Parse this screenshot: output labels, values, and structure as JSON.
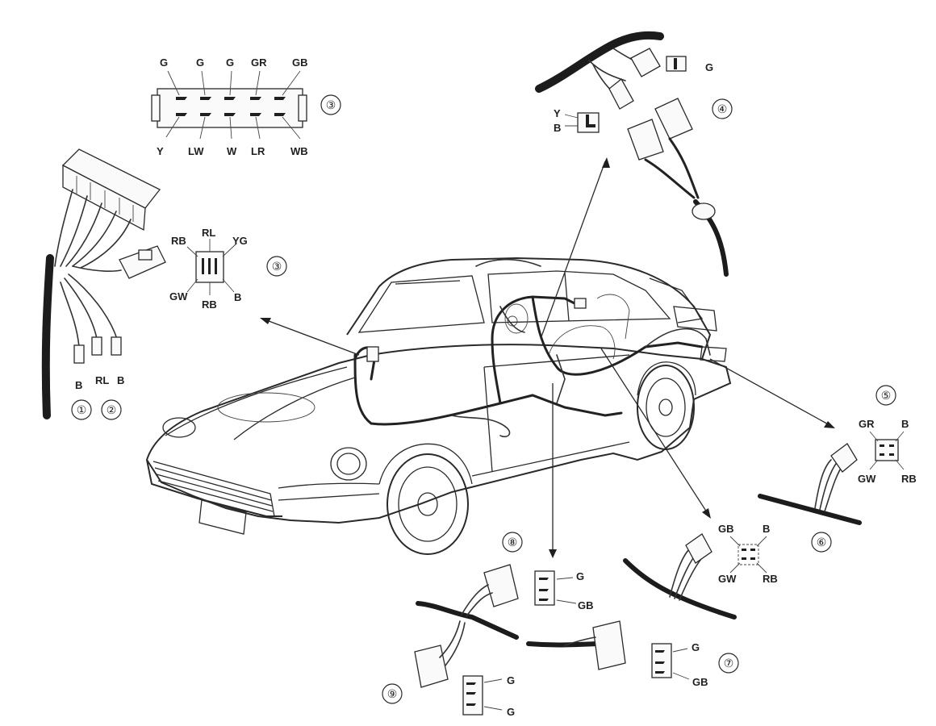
{
  "callouts": {
    "c1": {
      "number": "①",
      "wire": "B"
    },
    "c2": {
      "number": "②",
      "wires": [
        "RL",
        "B"
      ]
    },
    "c3_top": {
      "number": "③",
      "top_labels": [
        "G",
        "G",
        "G",
        "GR",
        "GB"
      ],
      "bottom_labels": [
        "Y",
        "LW",
        "W",
        "LR",
        "WB"
      ]
    },
    "c3_small": {
      "number": "③",
      "labels": {
        "tl": "RB",
        "tc": "RL",
        "tr": "YG",
        "bl": "GW",
        "bc": "RB",
        "br": "B"
      }
    },
    "c4": {
      "number": "④",
      "labels": {
        "g": "G",
        "y": "Y",
        "b": "B"
      }
    },
    "c5": {
      "number": "⑤",
      "labels": {
        "tl": "GR",
        "tr": "B",
        "bl": "GW",
        "br": "RB"
      }
    },
    "c6": {
      "number": "⑥",
      "labels": {
        "tl": "GB",
        "tr": "B",
        "bl": "GW",
        "br": "RB"
      }
    },
    "c7": {
      "number": "⑦",
      "labels": [
        "G",
        "GB"
      ]
    },
    "c8": {
      "number": "⑧",
      "labels": [
        "G",
        "GB"
      ]
    },
    "c9": {
      "number": "⑨",
      "labels": [
        "G",
        "G"
      ]
    }
  }
}
